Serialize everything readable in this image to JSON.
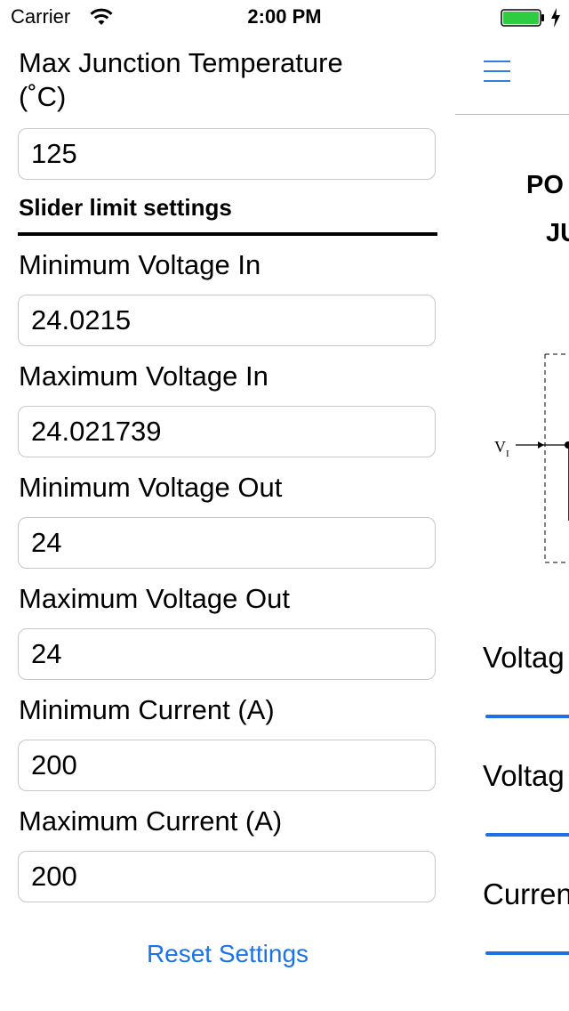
{
  "status_bar": {
    "carrier": "Carrier",
    "time": "2:00 PM",
    "battery_color": "#2ecc40"
  },
  "settings": {
    "max_junction_temp": {
      "label_line1": "Max Junction Temperature",
      "label_line2": "(˚C)",
      "value": "125"
    },
    "section_title": "Slider limit settings",
    "min_voltage_in": {
      "label": "Minimum Voltage In",
      "value": "24.0215"
    },
    "max_voltage_in": {
      "label": "Maximum Voltage In",
      "value": "24.021739"
    },
    "min_voltage_out": {
      "label": "Minimum Voltage Out",
      "value": "24"
    },
    "max_voltage_out": {
      "label": "Maximum Voltage Out",
      "value": "24"
    },
    "min_current": {
      "label": "Minimum Current (A)",
      "value": "200"
    },
    "max_current": {
      "label": "Maximum Current (A)",
      "value": "200"
    },
    "reset_label": "Reset Settings"
  },
  "main": {
    "title_line1": "PO",
    "title_line2": "JU",
    "diagram_input_label": "V",
    "diagram_input_subscript": "I",
    "slider_labels": [
      "Voltag",
      "Voltag",
      "Curren"
    ],
    "accent_color": "#1f6fe5"
  }
}
